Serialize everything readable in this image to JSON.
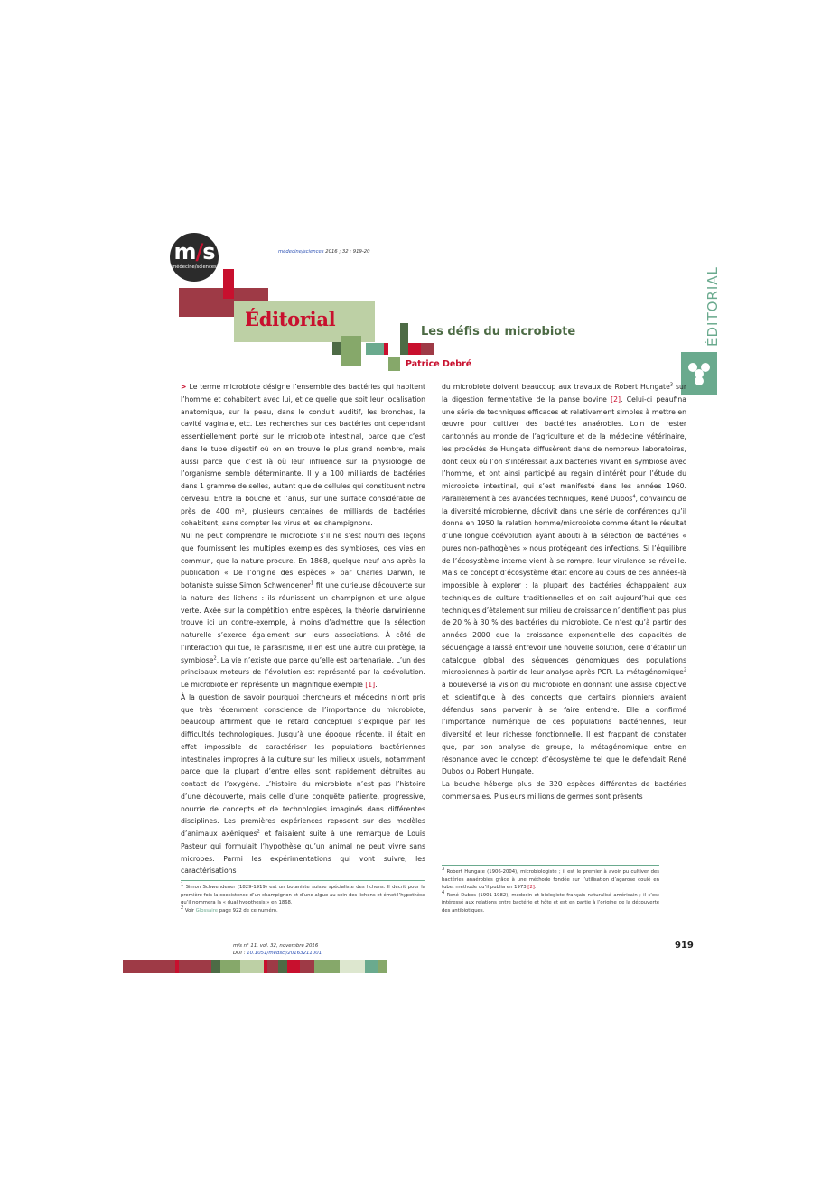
{
  "logo": {
    "text_m": "m",
    "text_slash": "/",
    "text_s": "s",
    "subtext": "médecine/sciences"
  },
  "citation": {
    "journal": "médecine/sciences",
    "rest": " 2016 ; 32 : 919-20"
  },
  "header": {
    "section_title": "Éditorial",
    "article_title": "Les défis du microbiote",
    "author": "Patrice Debré",
    "side_label": "ÉDITORIAL"
  },
  "colors": {
    "red": "#c8102e",
    "dark_red": "#9e3a46",
    "green": "#6aaa8e",
    "olive": "#86a86a",
    "light_green": "#bdd0a5",
    "dark_green": "#4d6b45"
  },
  "body": {
    "col1": [
      {
        "pre": "Le terme microbiote désigne l’ensemble des bactéries qui habitent l’homme et cohabitent avec lui, et ce quelle que soit leur localisation anatomique, sur la peau, dans le conduit auditif, les bronches, la cavité vaginale, etc. Les recherches sur ces bactéries ont cependant essentiellement porté sur le microbiote intestinal, parce que c’est dans le tube digestif où on en trouve le plus grand nombre, mais aussi parce que c’est là où leur influence sur la physiologie de l’organisme semble déterminante. Il y a 100 milliards de bactéries dans 1 gramme de selles, autant que de cellules qui constituent notre cerveau. Entre la bouche et l’anus, sur une surface considérable de près de 400 m², plusieurs centaines de milliards de bactéries cohabitent, sans compter les virus et les champignons."
      },
      {
        "pre": "Nul ne peut comprendre le microbiote s’il ne s’est nourri des leçons que fournissent les multiples exemples des symbioses, des vies en commun, que la nature procure. En 1868, quelque neuf ans après la publication « De l’origine des espèces » par Charles Darwin, le botaniste suisse Simon Schwendener",
        "sup1": "1",
        "mid": " fit une curieuse découverte sur la nature des lichens : ils réunissent un champignon et une algue verte. Axée sur la compétition entre espèces, la théorie darwinienne trouve ici un contre-exemple, à moins d’admettre que la sélection naturelle s’exerce également sur leurs associations. À côté de l’interaction qui tue, le parasitisme, il en est une autre qui protège, la symbiose",
        "sup2": "2",
        "post": ". La vie n’existe que parce qu’elle est partenariale. L’un des principaux moteurs de l’évolution est représenté par la coévolution. Le microbiote en représente un magnifique exemple ",
        "ref": "[1]",
        "end": "."
      },
      {
        "pre": "À la question de savoir pourquoi chercheurs et médecins n’ont pris que très récemment conscience de l’importance du microbiote, beaucoup affirment que le retard conceptuel s’explique par les difficultés technologiques. Jusqu’à une époque récente, il était en effet impossible de caractériser les populations bactériennes intestinales impropres à la culture sur les milieux usuels, notamment parce que la plupart d’entre elles sont rapidement détruites au contact de l’oxygène. L’histoire du microbiote n’est pas l’histoire d’une découverte, mais celle d’une conquête patiente, progressive, nourrie de concepts et de technologies imaginés dans différentes disciplines. Les premières expériences reposent sur des modèles d’animaux axéniques",
        "sup1": "2",
        "mid": " et faisaient suite à une remarque de Louis Pasteur qui formulait l’hypothèse qu’un animal ne peut vivre sans microbes. Parmi les expérimentations qui vont suivre, les caractérisations"
      }
    ],
    "col2": [
      {
        "pre": "du microbiote doivent beaucoup aux travaux de Robert Hungate",
        "sup1": "3",
        "mid": " sur la digestion fermentative de la panse bovine ",
        "ref": "[2]",
        "post": ". Celui-ci peaufina une série de techniques efficaces et relativement simples à mettre en œuvre pour cultiver des bactéries anaérobies. Loin de rester cantonnés au monde de l’agriculture et de la médecine vétérinaire, les procédés de Hungate diffusèrent dans de nombreux laboratoires, dont ceux où l’on s’intéressait aux bactéries vivant en symbiose avec l’homme, et ont ainsi participé au regain d’intérêt pour l’étude du microbiote intestinal, qui s’est manifesté dans les années 1960. Parallèlement à ces avancées techniques, René Dubos",
        "sup2": "4",
        "end": ", convaincu de la diversité microbienne, décrivit dans une série de conférences qu’il donna en 1950 la relation homme/microbiote comme étant le résultat d’une longue coévolution ayant abouti à la sélection de bactéries « pures non-pathogènes » nous protégeant des infections. Si l’équilibre de l’écosystème interne vient à se rompre, leur virulence se réveille. Mais ce concept d’écosystème était encore au cours de ces années-là impossible à explorer : la plupart des bactéries échappaient aux techniques de culture traditionnelles et on sait aujourd’hui que ces techniques d’étalement sur milieu de croissance n’identifient pas plus de 20 % à 30 % des bactéries du microbiote. Ce n’est qu’à partir des années 2000 que la croissance exponentielle des capacités de séquençage a laissé entrevoir une nouvelle solution, celle d’établir un catalogue global des séquences génomiques des populations microbiennes à partir de leur analyse après PCR. La métagénomique"
      },
      {
        "pre": "",
        "sup1": "2",
        "mid": " a bouleversé la vision du microbiote en donnant une assise objective et scientifique à des concepts que certains pionniers avaient défendus sans parvenir à se faire entendre. Elle a confirmé l’importance numérique de ces populations bactériennes, leur diversité et leur richesse fonctionnelle. Il est frappant de constater que, par son analyse de groupe, la métagénomique entre en résonance avec le concept d’écosystème tel que le défendait René Dubos ou Robert Hungate."
      },
      {
        "pre": "La bouche héberge plus de 320 espèces différentes de bactéries commensales. Plusieurs millions de germes sont présents"
      }
    ]
  },
  "footnotes": {
    "left": [
      {
        "num": "1",
        "text": " Simon Schwendener (1829-1919) est un botaniste suisse spécialiste des lichens. Il décrit pour la première fois la coexistence d’un champignon et d’une algue au sein des lichens et émet l’hypothèse qu’il nommera la « dual hypothesis » en 1868."
      },
      {
        "num": "2",
        "pre": " Voir ",
        "glossaire": "Glossaire",
        "post": " page 922 de ce numéro."
      }
    ],
    "right": [
      {
        "num": "3",
        "text": " Robert Hungate (1906-2004), microbiologiste ; il est le premier à avoir pu cultiver des bactéries anaérobies grâce à une méthode fondée sur l’utilisation d’agarose coulé en tube, méthode qu’il publia en 1973 ",
        "ref": "[2]",
        "end": "."
      },
      {
        "num": "4",
        "text": " René Dubos (1901-1982), médecin et biologiste français naturalisé américain ; il s’est intéressé aux relations entre bactérie et hôte et est en partie à l’origine de la découverte des antibiotiques."
      }
    ]
  },
  "footer": {
    "line1": "m/s n° 11, vol. 32, novembre 2016",
    "doi_label": "DOI : ",
    "doi": "10.1051/medsci/20163211001",
    "page_number": "919"
  }
}
